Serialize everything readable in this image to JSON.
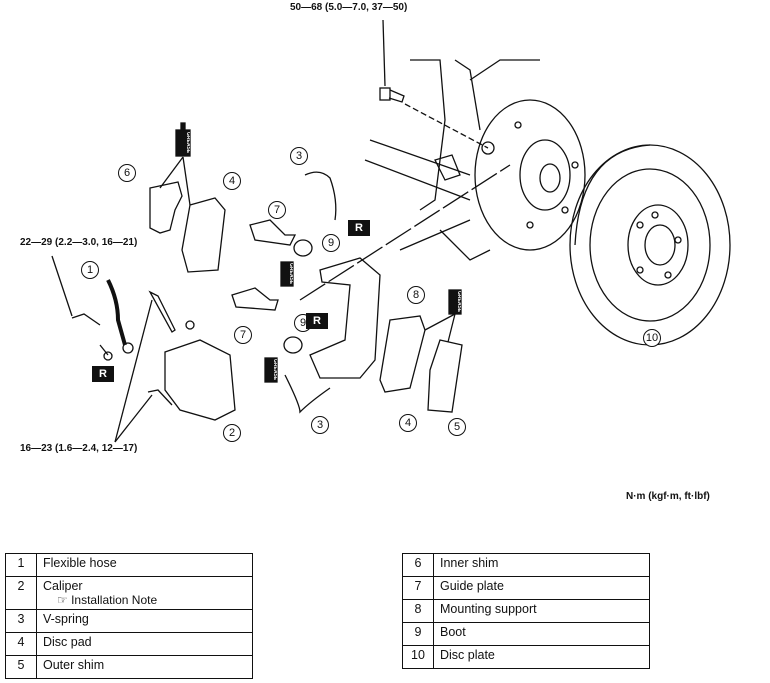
{
  "torque_specs": {
    "hub_bolt": "50—68 (5.0—7.0, 37—50)",
    "hose_bolt": "22—29 (2.2—3.0, 16—21)",
    "caliper_bolt": "16—23 (1.6—2.4, 12—17)"
  },
  "units": "N·m (kgf·m, ft·lbf)",
  "replace_mark": "R",
  "grease_label": "GREASE",
  "callouts": [
    "1",
    "2",
    "3",
    "3",
    "4",
    "4",
    "5",
    "6",
    "7",
    "7",
    "8",
    "9",
    "9",
    "10"
  ],
  "parts_left": [
    {
      "num": "1",
      "name": "Flexible hose"
    },
    {
      "num": "2",
      "name": "Caliper",
      "note": "Installation Note",
      "note_icon": "reference-hand-icon"
    },
    {
      "num": "3",
      "name": "V-spring"
    },
    {
      "num": "4",
      "name": "Disc pad"
    },
    {
      "num": "5",
      "name": "Outer shim"
    }
  ],
  "parts_right": [
    {
      "num": "6",
      "name": "Inner shim"
    },
    {
      "num": "7",
      "name": "Guide plate"
    },
    {
      "num": "8",
      "name": "Mounting support"
    },
    {
      "num": "9",
      "name": "Boot"
    },
    {
      "num": "10",
      "name": "Disc plate"
    }
  ]
}
